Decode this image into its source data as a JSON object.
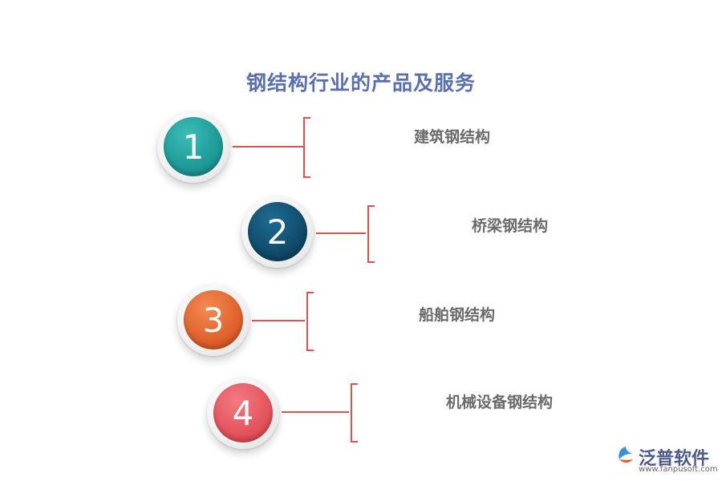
{
  "title": "钢结构行业的产品及服务",
  "items": [
    {
      "number": "1",
      "label": "建筑钢结构",
      "color": "#1e9a98"
    },
    {
      "number": "2",
      "label": "桥梁钢结构",
      "color": "#0f4b6a"
    },
    {
      "number": "3",
      "label": "船舶钢结构",
      "color": "#e0612b"
    },
    {
      "number": "4",
      "label": "机械设备钢结构",
      "color": "#e5535c"
    }
  ],
  "logo": {
    "name": "泛普软件",
    "url": "www.fanpusoft.com"
  }
}
